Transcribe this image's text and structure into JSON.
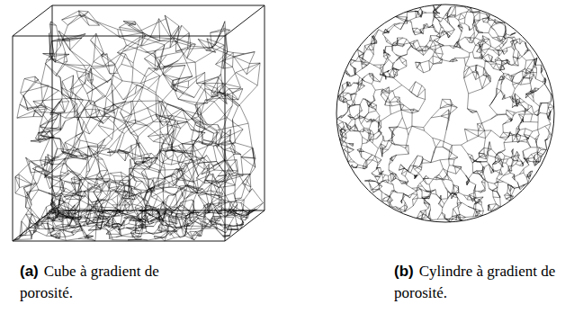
{
  "diagram": {
    "labels": [
      "(a)",
      "Cube à gradient de porosité.",
      "(b)",
      "Cylindre à gradient de porosité."
    ]
  }
}
